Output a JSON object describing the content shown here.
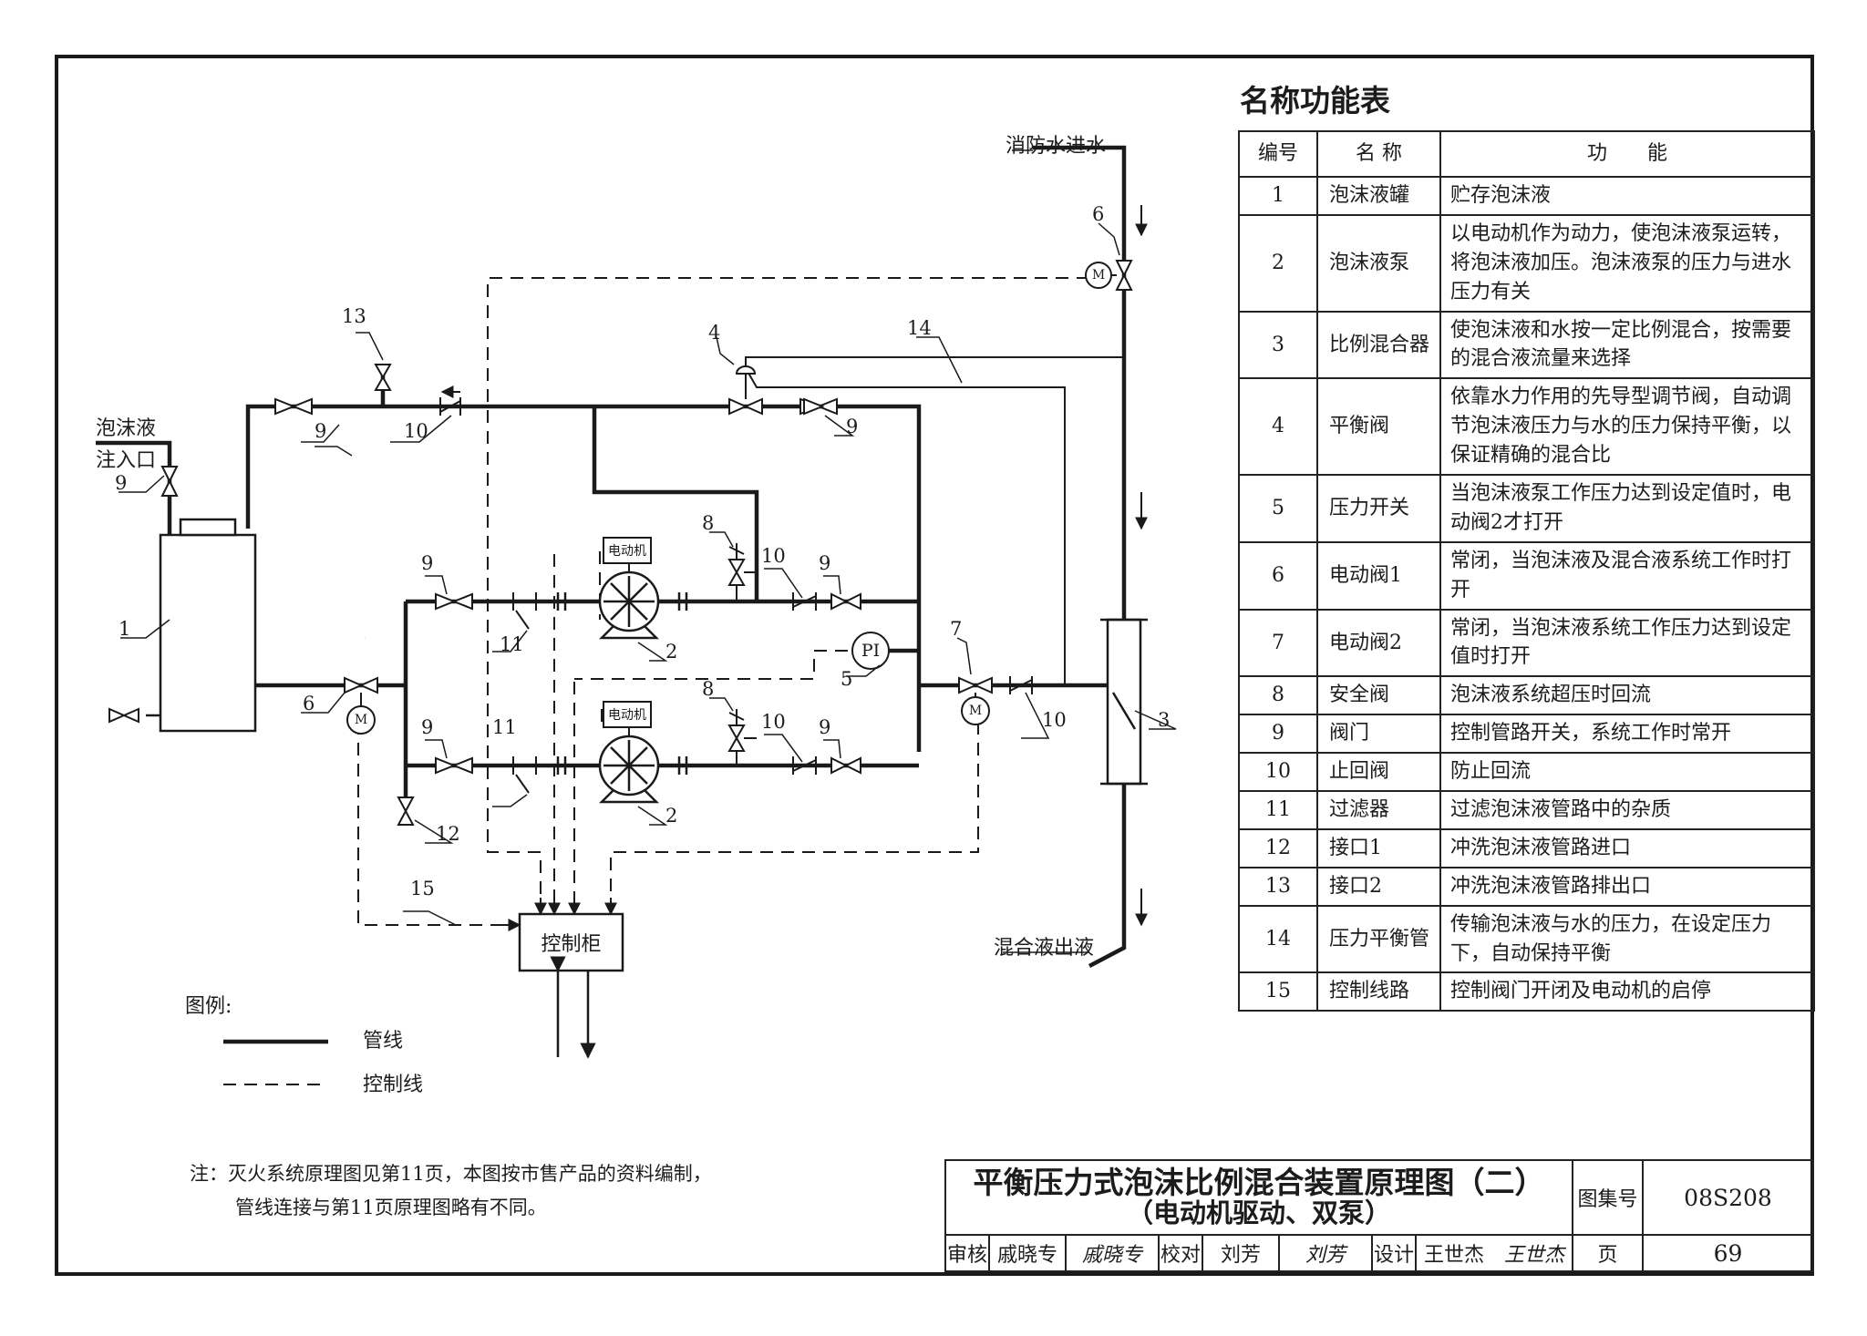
{
  "table_title": "名称功能表",
  "table": {
    "headers": [
      "编号",
      "名 称",
      "功　　能"
    ],
    "rows": [
      {
        "no": "1",
        "name": "泡沫液罐",
        "func": "贮存泡沫液"
      },
      {
        "no": "2",
        "name": "泡沫液泵",
        "func": "以电动机作为动力，使泡沫液泵运转，将泡沫液加压。泡沫液泵的压力与进水压力有关"
      },
      {
        "no": "3",
        "name": "比例混合器",
        "func": "使泡沫液和水按一定比例混合，按需要的混合液流量来选择"
      },
      {
        "no": "4",
        "name": "平衡阀",
        "func": "依靠水力作用的先导型调节阀，自动调节泡沫液压力与水的压力保持平衡，以保证精确的混合比"
      },
      {
        "no": "5",
        "name": "压力开关",
        "func": "当泡沫液泵工作压力达到设定值时，电动阀2才打开"
      },
      {
        "no": "6",
        "name": "电动阀1",
        "func": "常闭，当泡沫液及混合液系统工作时打开"
      },
      {
        "no": "7",
        "name": "电动阀2",
        "func": "常闭，当泡沫液系统工作压力达到设定值时打开"
      },
      {
        "no": "8",
        "name": "安全阀",
        "func": "泡沫液系统超压时回流"
      },
      {
        "no": "9",
        "name": "阀门",
        "func": "控制管路开关，系统工作时常开"
      },
      {
        "no": "10",
        "name": "止回阀",
        "func": "防止回流"
      },
      {
        "no": "11",
        "name": "过滤器",
        "func": "过滤泡沫液管路中的杂质"
      },
      {
        "no": "12",
        "name": "接口1",
        "func": "冲洗泡沫液管路进口"
      },
      {
        "no": "13",
        "name": "接口2",
        "func": "冲洗泡沫液管路排出口"
      },
      {
        "no": "14",
        "name": "压力平衡管",
        "func": "传输泡沫液与水的压力，在设定压力下，自动保持平衡"
      },
      {
        "no": "15",
        "name": "控制线路",
        "func": "控制阀门开闭及电动机的启停"
      }
    ]
  },
  "diagram": {
    "labels": {
      "fire_water_in": "消防水进水",
      "foam_inlet_1": "泡沫液",
      "foam_inlet_2": "注入口",
      "mixed_out": "混合液出液",
      "control_cabinet": "控制柜",
      "motor": "电动机",
      "motor_valve": "M",
      "pressure_indicator": "PI"
    },
    "numbers": {
      "n1": "1",
      "n2a": "2",
      "n2b": "2",
      "n3": "3",
      "n4": "4",
      "n5": "5",
      "n6a": "6",
      "n6b": "6",
      "n7": "7",
      "n8a": "8",
      "n8b": "8",
      "n9a": "9",
      "n9b": "9",
      "n9c": "9",
      "n9d": "9",
      "n9e": "9",
      "n9f": "9",
      "n9g": "9",
      "n10a": "10",
      "n10b": "10",
      "n10c": "10",
      "n10d": "10",
      "n11a": "11",
      "n11b": "11",
      "n12": "12",
      "n13": "13",
      "n14": "14",
      "n15": "15"
    }
  },
  "legend": {
    "title": "图例:",
    "pipe": "管线",
    "control": "控制线"
  },
  "note": {
    "prefix": "注：",
    "line1": "灭火系统原理图见第11页，本图按市售产品的资料编制，",
    "line2": "管线连接与第11页原理图略有不同。"
  },
  "title_block": {
    "title": "平衡压力式泡沫比例混合装置原理图（二）",
    "subtitle": "（电动机驱动、双泵）",
    "atlas_label": "图集号",
    "atlas_no": "08S208",
    "review_label": "审核",
    "reviewer": "戚晓专",
    "reviewer_sig": "戚晓专",
    "check_label": "校对",
    "checker": "刘芳",
    "checker_sig": "刘芳",
    "design_label": "设计",
    "designer": "王世杰",
    "designer_sig": "王世杰",
    "page_label": "页",
    "page_no": "69"
  }
}
